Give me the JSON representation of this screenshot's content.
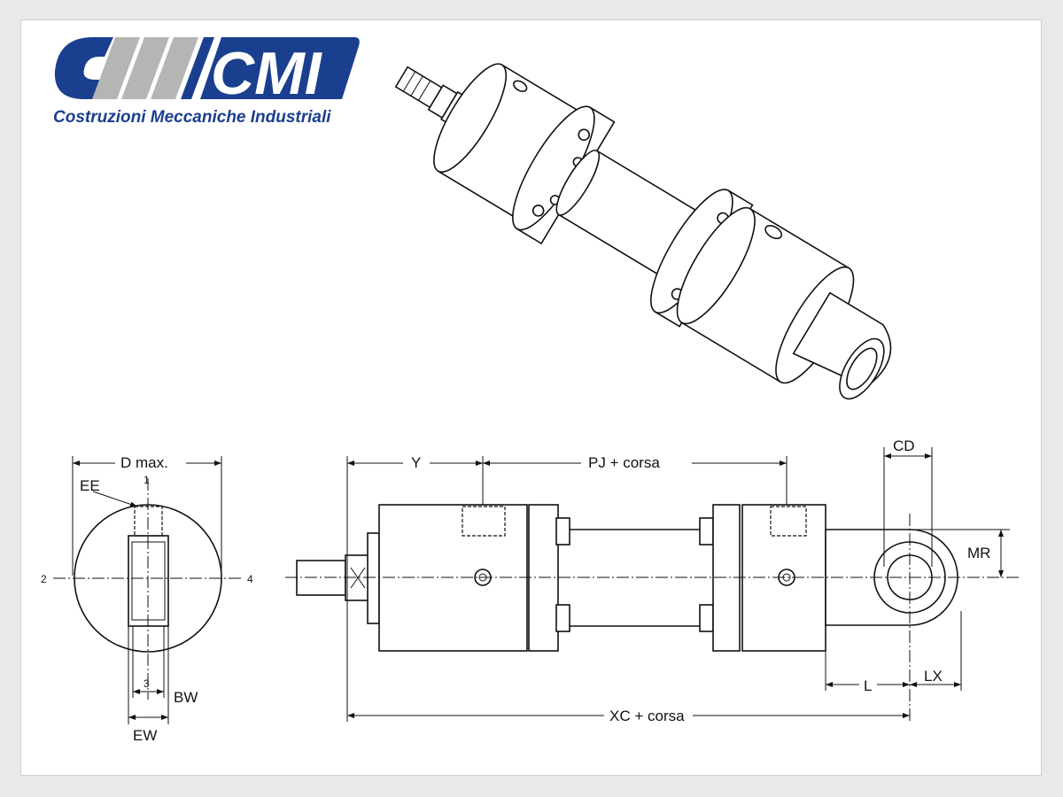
{
  "logo": {
    "mark": "CMI",
    "tagline": "Costruzioni Meccaniche Industriali",
    "brand_color": "#1b3f8f",
    "accent_gray": "#b4b6b4"
  },
  "side_view": {
    "dim_diameter": "D max.",
    "port": "EE",
    "axis_1": "1",
    "axis_2": "2",
    "axis_3": "3",
    "axis_4": "4",
    "dim_bw": "BW",
    "dim_ew": "EW"
  },
  "front_view": {
    "dim_y": "Y",
    "dim_pj": "PJ + corsa",
    "dim_cd": "CD",
    "dim_mr": "MR",
    "dim_l": "L",
    "dim_lx": "LX",
    "dim_xc": "XC + corsa"
  }
}
